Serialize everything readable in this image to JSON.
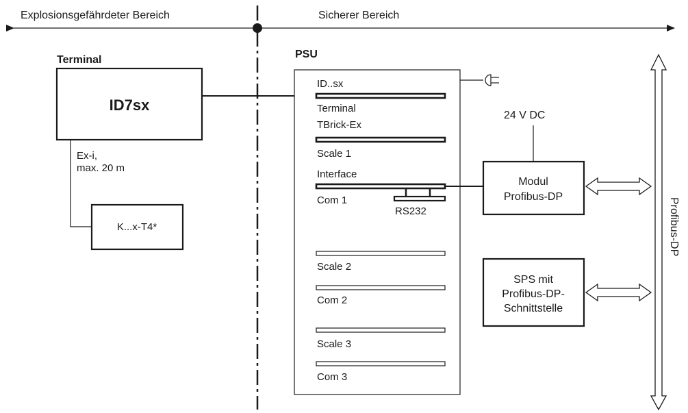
{
  "areas": {
    "hazardous": "Explosionsgefährdeter Bereich",
    "safe": "Sicherer Bereich"
  },
  "terminal": {
    "heading": "Terminal",
    "device": "ID7sx",
    "cable_line1": "Ex-i,",
    "cable_line2": "max. 20 m",
    "sensor": "K...x-T4*"
  },
  "psu": {
    "heading": "PSU",
    "slots": [
      {
        "top": "ID..sx",
        "bottom": "Terminal"
      },
      {
        "top": "TBrick-Ex",
        "bottom": "Scale 1"
      },
      {
        "top": "Interface",
        "bottom": "Com 1",
        "port": "RS232"
      },
      {
        "bottom": "Scale 2"
      },
      {
        "bottom": "Com 2"
      },
      {
        "bottom": "Scale 3"
      },
      {
        "bottom": "Com 3"
      }
    ]
  },
  "power": "24 V DC",
  "modul": {
    "line1": "Modul",
    "line2": "Profibus-DP"
  },
  "sps": {
    "line1": "SPS mit",
    "line2": "Profibus-DP-",
    "line3": "Schnittstelle"
  },
  "bus": "Profibus-DP"
}
